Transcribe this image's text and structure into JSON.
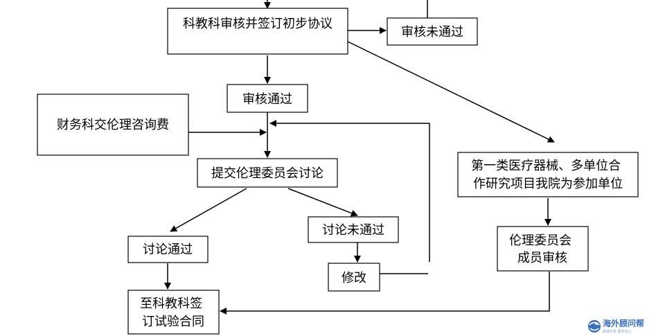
{
  "nodes": {
    "sign_agreement": {
      "lines": [
        "科教科审核并签订初步协议"
      ]
    },
    "review_failed_top": {
      "lines": [
        "审核未通过"
      ]
    },
    "review_passed": {
      "lines": [
        "审核通过"
      ]
    },
    "finance_fee": {
      "lines": [
        "财务科交伦理咨询费"
      ]
    },
    "submit_committee": {
      "lines": [
        "提交伦理委员会讨论"
      ]
    },
    "discussion_passed": {
      "lines": [
        "讨论通过"
      ]
    },
    "discussion_failed": {
      "lines": [
        "讨论未通过"
      ]
    },
    "revise": {
      "lines": [
        "修改"
      ]
    },
    "class_one_device": {
      "lines": [
        "第一类医疗器械、多单位合",
        "作研究项目我院为参加单位"
      ]
    },
    "member_review": {
      "lines": [
        "伦理委员会",
        "成员审核"
      ]
    },
    "sign_contract": {
      "lines": [
        "至科教科签",
        "订试验合同"
      ]
    }
  },
  "watermark": {
    "title": "海外顾问帮",
    "subtitle": "真诚专家 服务省心",
    "icon": "globe-icon",
    "color": "#3b6fc1"
  },
  "colors": {
    "stroke": "#000000",
    "background": "#ffffff"
  }
}
